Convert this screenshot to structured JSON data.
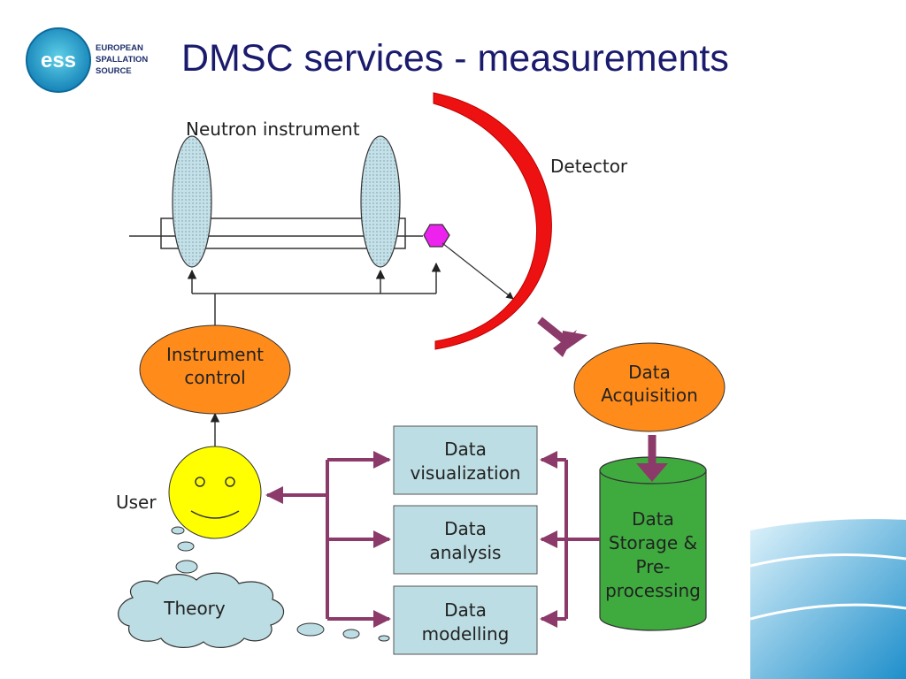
{
  "slide": {
    "title": "DMSC services - measurements"
  },
  "logo": {
    "mark": "ess",
    "lines": [
      "EUROPEAN",
      "SPALLATION",
      "SOURCE"
    ]
  },
  "diagram": {
    "neutron_instrument_label": "Neutron instrument",
    "detector_label": "Detector",
    "instrument_control": [
      "Instrument",
      "control"
    ],
    "data_acquisition": [
      "Data",
      "Acquisition"
    ],
    "user_label": "User",
    "theory_label": "Theory",
    "data_visualization": [
      "Data",
      "visualization"
    ],
    "data_analysis": [
      "Data",
      "analysis"
    ],
    "data_modelling": [
      "Data",
      "modelling"
    ],
    "data_storage": [
      "Data",
      "Storage &",
      "Pre-",
      "processing"
    ],
    "colors": {
      "detector": "#ee1111",
      "orange_node": "#ff8c1a",
      "box_fill": "#bcdde3",
      "arrow": "#8b3a6a",
      "storage": "#3fab3f",
      "sample": "#ee22ee",
      "lens": "#c4e0e8",
      "user_face": "#ffff00",
      "title": "#1b1b6e"
    }
  }
}
